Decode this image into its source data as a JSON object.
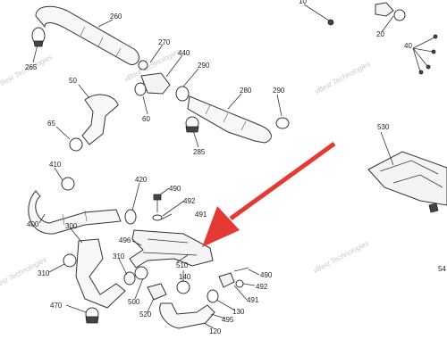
{
  "diagram": {
    "part_labels": [
      "260",
      "265",
      "270",
      "440",
      "290",
      "50",
      "60",
      "280",
      "290",
      "65",
      "285",
      "530",
      "20",
      "40",
      "410",
      "420",
      "490",
      "492",
      "491",
      "400",
      "300",
      "496",
      "510",
      "310",
      "500",
      "520",
      "140",
      "470",
      "130",
      "495",
      "120",
      "490",
      "492",
      "491",
      "54",
      "10"
    ],
    "watermarks": [
      "vBest Technologies",
      "vBest Technologies",
      "vBest Technologies",
      "vBest Technologies",
      "vBest Technologies"
    ],
    "arrow_color": "#e53935"
  }
}
